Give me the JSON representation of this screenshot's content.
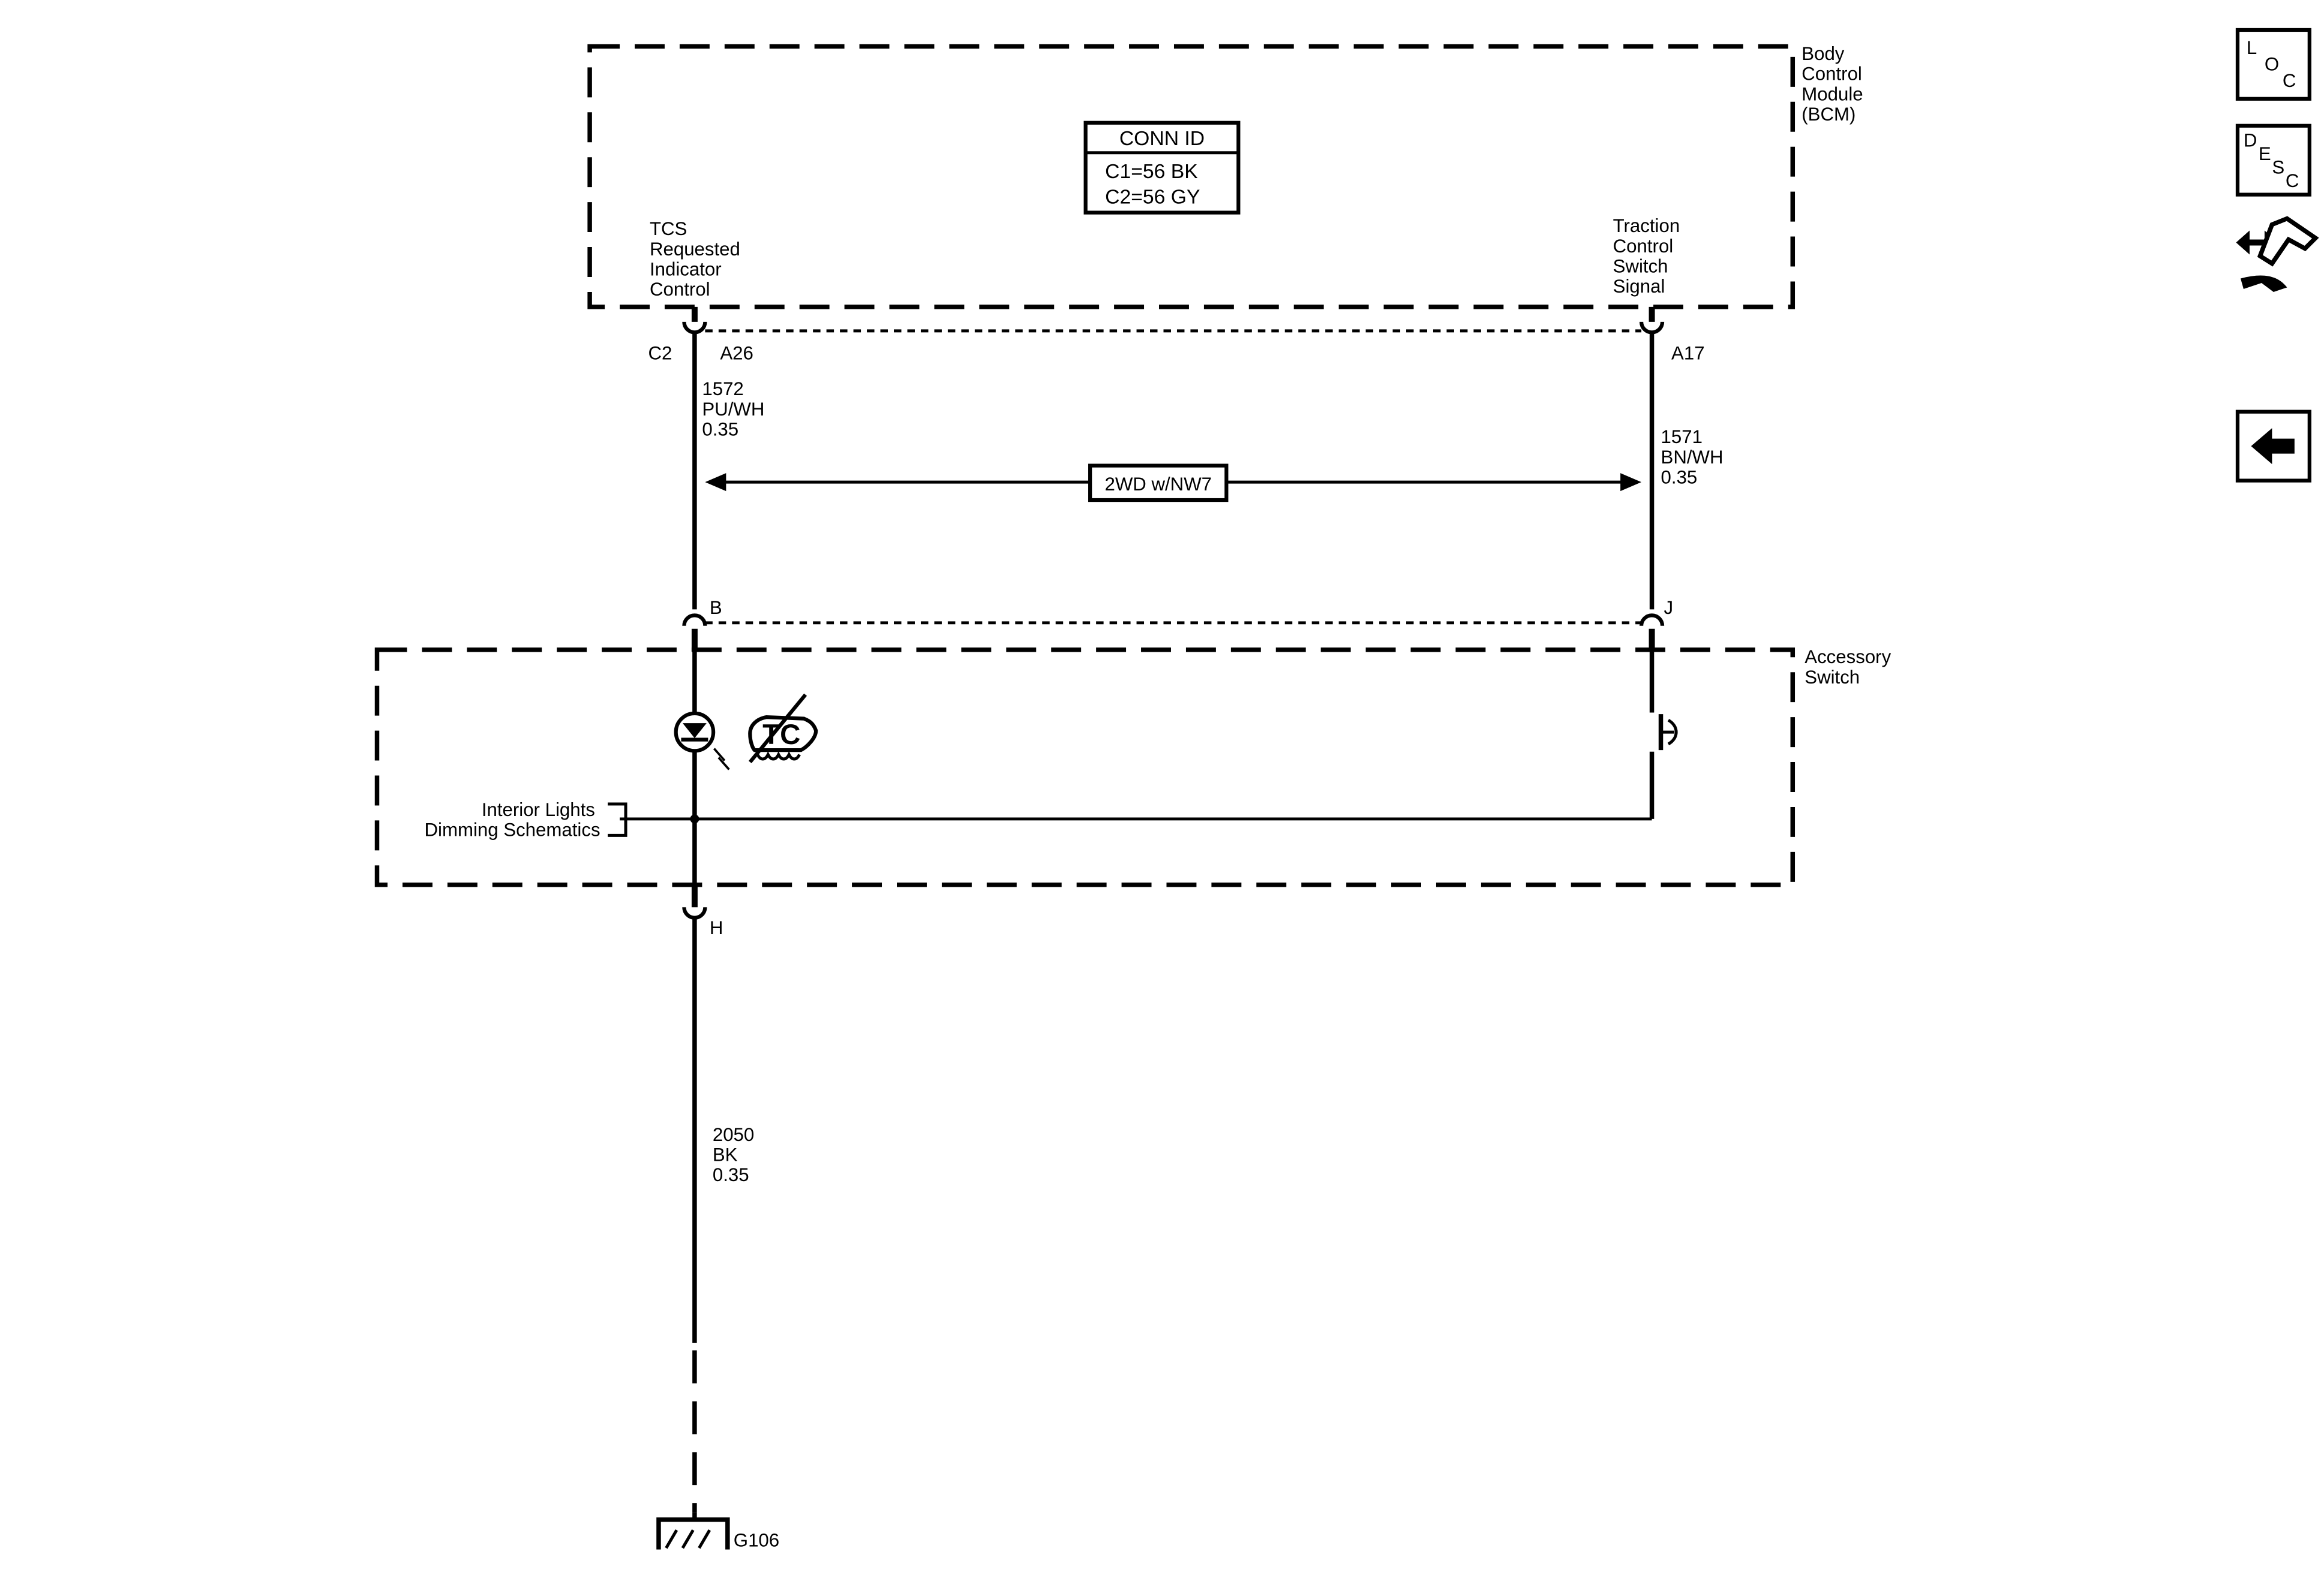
{
  "modules": {
    "bcm": {
      "name_lines": [
        "Body",
        "Control",
        "Module",
        "(BCM)"
      ]
    },
    "accessory_switch": {
      "name_lines": [
        "Accessory",
        "Switch"
      ]
    }
  },
  "conn_id_table": {
    "title": "CONN ID",
    "rows": [
      "C1=56 BK",
      "C2=56 GY"
    ]
  },
  "pins": {
    "tcs_requested": {
      "label_lines": [
        "TCS",
        "Requested",
        "Indicator",
        "Control"
      ],
      "connector": "C2",
      "pin": "A26"
    },
    "traction_switch": {
      "label_lines": [
        "Traction",
        "Control",
        "Switch",
        "Signal"
      ],
      "pin": "A17"
    },
    "switch_b": "B",
    "switch_j": "J",
    "switch_h": "H"
  },
  "wires": {
    "w1572": {
      "lines": [
        "1572",
        "PU/WH",
        "0.35"
      ]
    },
    "w1571": {
      "lines": [
        "1571",
        "BN/WH",
        "0.35"
      ]
    },
    "w2050": {
      "lines": [
        "2050",
        "BK",
        "0.35"
      ]
    }
  },
  "option_label": "2WD w/NW7",
  "indicator_symbol": "TC",
  "reference": {
    "lines": [
      "Interior Lights",
      "Dimming Schematics"
    ]
  },
  "ground": {
    "name": "G106"
  },
  "nav": {
    "loc": {
      "letters": [
        "L",
        "O",
        "C"
      ]
    },
    "desc": {
      "letters": [
        "D",
        "E",
        "S",
        "C"
      ]
    },
    "connector_end_view": {
      "icon": "connector-end-view-icon"
    },
    "back": {
      "icon": "back-arrow-icon"
    }
  }
}
